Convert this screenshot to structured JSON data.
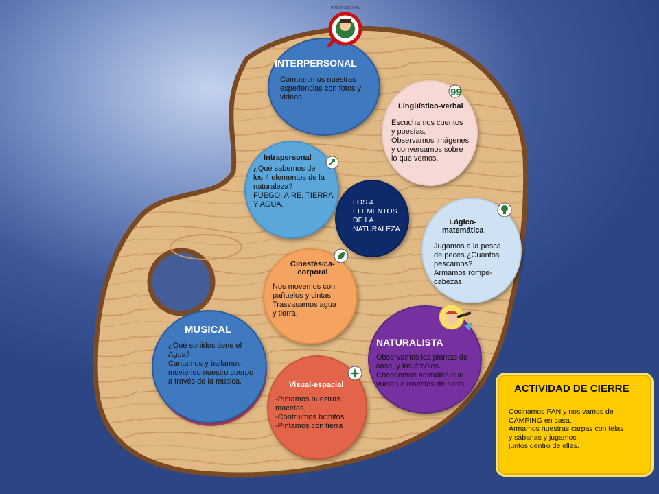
{
  "center": {
    "label": "LOS 4\nELEMENTOS\nDE LA\nNATURALEZA"
  },
  "interpersonal": {
    "title": "INTERPERSONAL",
    "body": "Compartimos nuestras\nexperiencias con fotos y\nvideos.",
    "color": "#3f79c0"
  },
  "linguistico": {
    "title": "Lingüístico-verbal",
    "body": "Escuchamos cuentos\ny poesías.\nObservamos imágenes\ny conversamos sobre\nlo que vemos.",
    "color": "#f6d9d5"
  },
  "intrapersonal": {
    "title": "Intrapersonal",
    "body": "¿Qué sabemos de\nlos 4 elementos de la\nnaturaleza?\nFUEGO, AIRE, TIERRA\nY AGUA.",
    "color": "#5ba6da"
  },
  "logico": {
    "title": "Lógico-\nmatemática",
    "body": "Jugamos a la pesca\nde peces.¿Cuántos\npescamos?\nArmamos rompe-\n        cabezas.",
    "color": "#cfe2f4"
  },
  "cinestesica": {
    "title": "Cinestésica-\ncorporal",
    "body": "Nos movemos con\npañuelos y cintas.\nTrasvasamos agua\ny tierra.",
    "color": "#f4a360"
  },
  "musical": {
    "title": "MUSICAL",
    "body": "¿Qué sonidos tiene el\nAgua?\nCantamos y bailamos\nmoviendo nuestro cuerpo\na través de la música.",
    "color": "#3f79c0"
  },
  "naturalista": {
    "title": "NATURALISTA",
    "body": "Observamos las plantas de\ncasa, y los árboles.\nConocemos animales que\nvuelan e insectos de tierra.",
    "color": "#7730a0"
  },
  "visual": {
    "title": "Visual-espacial",
    "body": "-Pintamos nuestras\nmacetas,\n-Contruimos bichitos.\n-Pintamos con tierra",
    "color": "#e2654a"
  },
  "closing": {
    "title": "ACTIVIDAD DE CIERRE",
    "body": "Cocinamos PAN y nos vamos de\nCAMPING en casa.\nArmamos nuestras carpas con telas\ny sábanas y jugamos\njuntos dentro de ellas."
  },
  "icons": {
    "quote": "quote-icon",
    "hand": "hand-pointer-icon",
    "bulb": "lightbulb-icon",
    "leaf": "leaf-icon",
    "compass": "compass-icon",
    "magnifier": "magnifier-icon",
    "naturalist": "explorer-icon"
  }
}
